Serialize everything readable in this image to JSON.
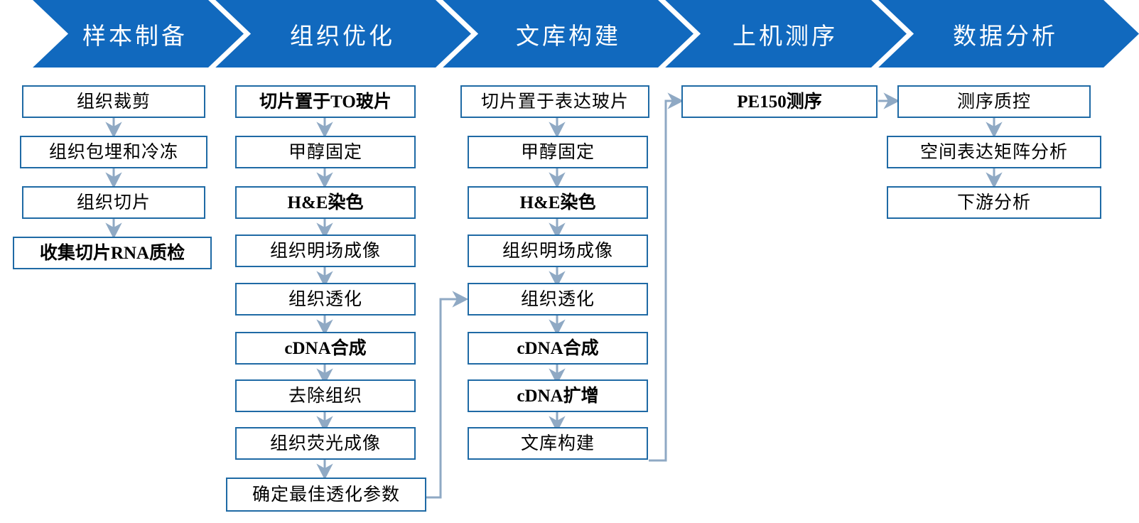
{
  "header": {
    "accent_color": "#1169BE",
    "stages": [
      {
        "label": "样本制备"
      },
      {
        "label": "组织优化"
      },
      {
        "label": "文库构建"
      },
      {
        "label": "上机测序"
      },
      {
        "label": "数据分析"
      }
    ]
  },
  "palette": {
    "band_blue": "#1169BE",
    "box_border": "#1F6AA5",
    "box_fill": "#FFFFFF",
    "arrow_gray_blue": "#8FA9C4",
    "text": "#000000",
    "header_text": "#FFFFFF"
  },
  "columns": [
    {
      "name": "sample-preparation",
      "steps": [
        {
          "label": "组织裁剪",
          "bold": false
        },
        {
          "label": "组织包埋和冷冻",
          "bold": false
        },
        {
          "label": "组织切片",
          "bold": false
        },
        {
          "label": "收集切片RNA质检",
          "bold": true
        }
      ]
    },
    {
      "name": "tissue-optimization",
      "steps": [
        {
          "label": "切片置于TO玻片",
          "bold": true
        },
        {
          "label": "甲醇固定",
          "bold": false
        },
        {
          "label": "H&E染色",
          "bold": true
        },
        {
          "label": "组织明场成像",
          "bold": false
        },
        {
          "label": "组织透化",
          "bold": false
        },
        {
          "label": "cDNA合成",
          "bold": true
        },
        {
          "label": "去除组织",
          "bold": false
        },
        {
          "label": "组织荧光成像",
          "bold": false
        },
        {
          "label": "确定最佳透化参数",
          "bold": false
        }
      ]
    },
    {
      "name": "library-construction",
      "steps": [
        {
          "label": "切片置于表达玻片",
          "bold": false
        },
        {
          "label": "甲醇固定",
          "bold": false
        },
        {
          "label": "H&E染色",
          "bold": true
        },
        {
          "label": "组织明场成像",
          "bold": false
        },
        {
          "label": "组织透化",
          "bold": false
        },
        {
          "label": "cDNA合成",
          "bold": true
        },
        {
          "label": "cDNA扩增",
          "bold": true
        },
        {
          "label": "文库构建",
          "bold": false
        }
      ]
    },
    {
      "name": "sequencing",
      "steps": [
        {
          "label": "PE150测序",
          "bold": true
        }
      ]
    },
    {
      "name": "data-analysis",
      "steps": [
        {
          "label": "测序质控",
          "bold": false
        },
        {
          "label": "空间表达矩阵分析",
          "bold": false
        },
        {
          "label": "下游分析",
          "bold": false
        }
      ]
    }
  ],
  "cross_links": [
    {
      "from": "确定最佳透化参数",
      "to": "组织透化",
      "note": "tissue-optimization feeds permeabilization time into library construction"
    },
    {
      "from": "文库构建",
      "to": "PE150测序",
      "note": "library goes to sequencer"
    },
    {
      "from": "PE150测序",
      "to": "测序质控",
      "note": "sequencing results go to QC"
    }
  ]
}
